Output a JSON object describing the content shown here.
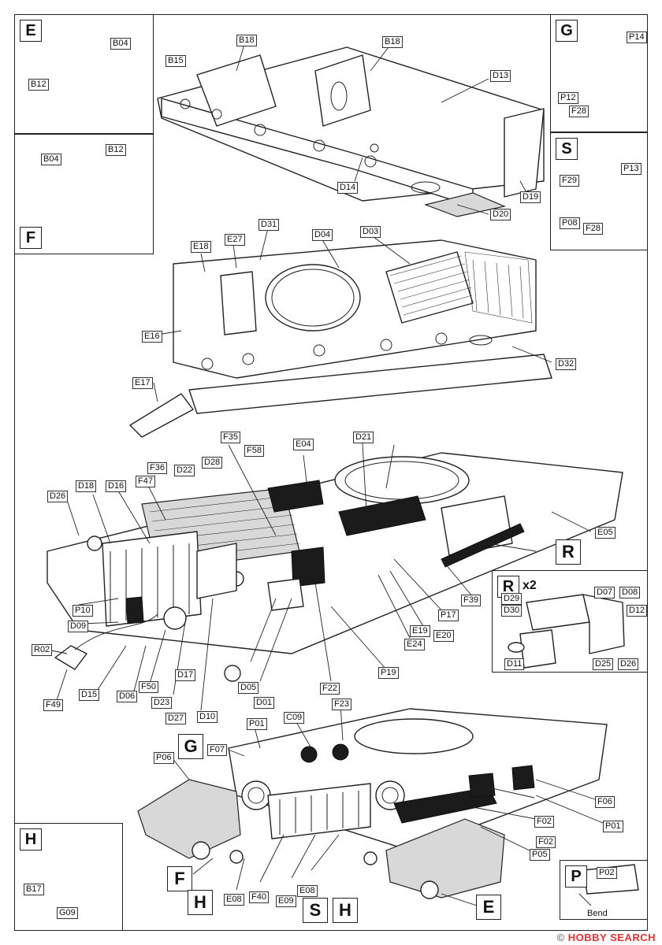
{
  "insets": {
    "E": {
      "letter": "E",
      "labels": [
        "B04",
        "B12"
      ]
    },
    "F": {
      "letter": "F",
      "labels": [
        "B04",
        "B12"
      ]
    },
    "G": {
      "letter": "G",
      "labels": [
        "P14",
        "P12",
        "F28"
      ]
    },
    "S": {
      "letter": "S",
      "labels": [
        "P13",
        "F29",
        "P08",
        "F28"
      ]
    },
    "R": {
      "letter": "R",
      "multiplier": "x2",
      "labels": [
        "D29",
        "D30",
        "D07",
        "D08",
        "D12",
        "D11",
        "D25",
        "D26"
      ]
    },
    "H": {
      "letter": "H",
      "labels": [
        "B17",
        "G09"
      ]
    },
    "P": {
      "letter": "P",
      "labels": [
        "P02"
      ],
      "note": "Bend"
    }
  },
  "step1_labels": {
    "b18a": "B18",
    "b18b": "B18",
    "b15": "B15",
    "d13": "D13",
    "d14": "D14",
    "d19": "D19",
    "d20": "D20"
  },
  "step2_labels": {
    "e18": "E18",
    "e27": "E27",
    "d31": "D31",
    "d04": "D04",
    "d03": "D03",
    "e16": "E16",
    "d32": "D32",
    "e17": "E17"
  },
  "step3_labels": {
    "f35": "F35",
    "e04": "E04",
    "d21": "D21",
    "f58": "F58",
    "f36": "F36",
    "d22": "D22",
    "d28": "D28",
    "d18": "D18",
    "d16": "D16",
    "f47": "F47",
    "d26": "D26",
    "e05": "E05",
    "p10": "P10",
    "d09": "D09",
    "r02": "R02",
    "d15": "D15",
    "d06": "D06",
    "f50": "F50",
    "f49": "F49",
    "d23": "D23",
    "d27": "D27",
    "d17": "D17",
    "d10": "D10",
    "d05": "D05",
    "d01": "D01",
    "f22": "F22",
    "p19": "P19",
    "e24": "E24",
    "e19": "E19",
    "e20": "E20",
    "p17": "P17",
    "f39": "F39",
    "r_marker": "R"
  },
  "step4_labels": {
    "p01a": "P01",
    "c09": "C09",
    "f23": "F23",
    "f07": "F07",
    "p06": "P06",
    "g_marker": "G",
    "f06": "F06",
    "p01b": "P01",
    "f02a": "F02",
    "f02b": "F02",
    "p05": "P05",
    "f_marker": "F",
    "h_marker1": "H",
    "e08a": "E08",
    "f40": "F40",
    "e09": "E09",
    "e08b": "E08",
    "s_marker": "S",
    "h_marker2": "H",
    "e_marker": "E"
  },
  "watermark": {
    "brand": "HOBBY SEARCH",
    "mark": "©"
  }
}
